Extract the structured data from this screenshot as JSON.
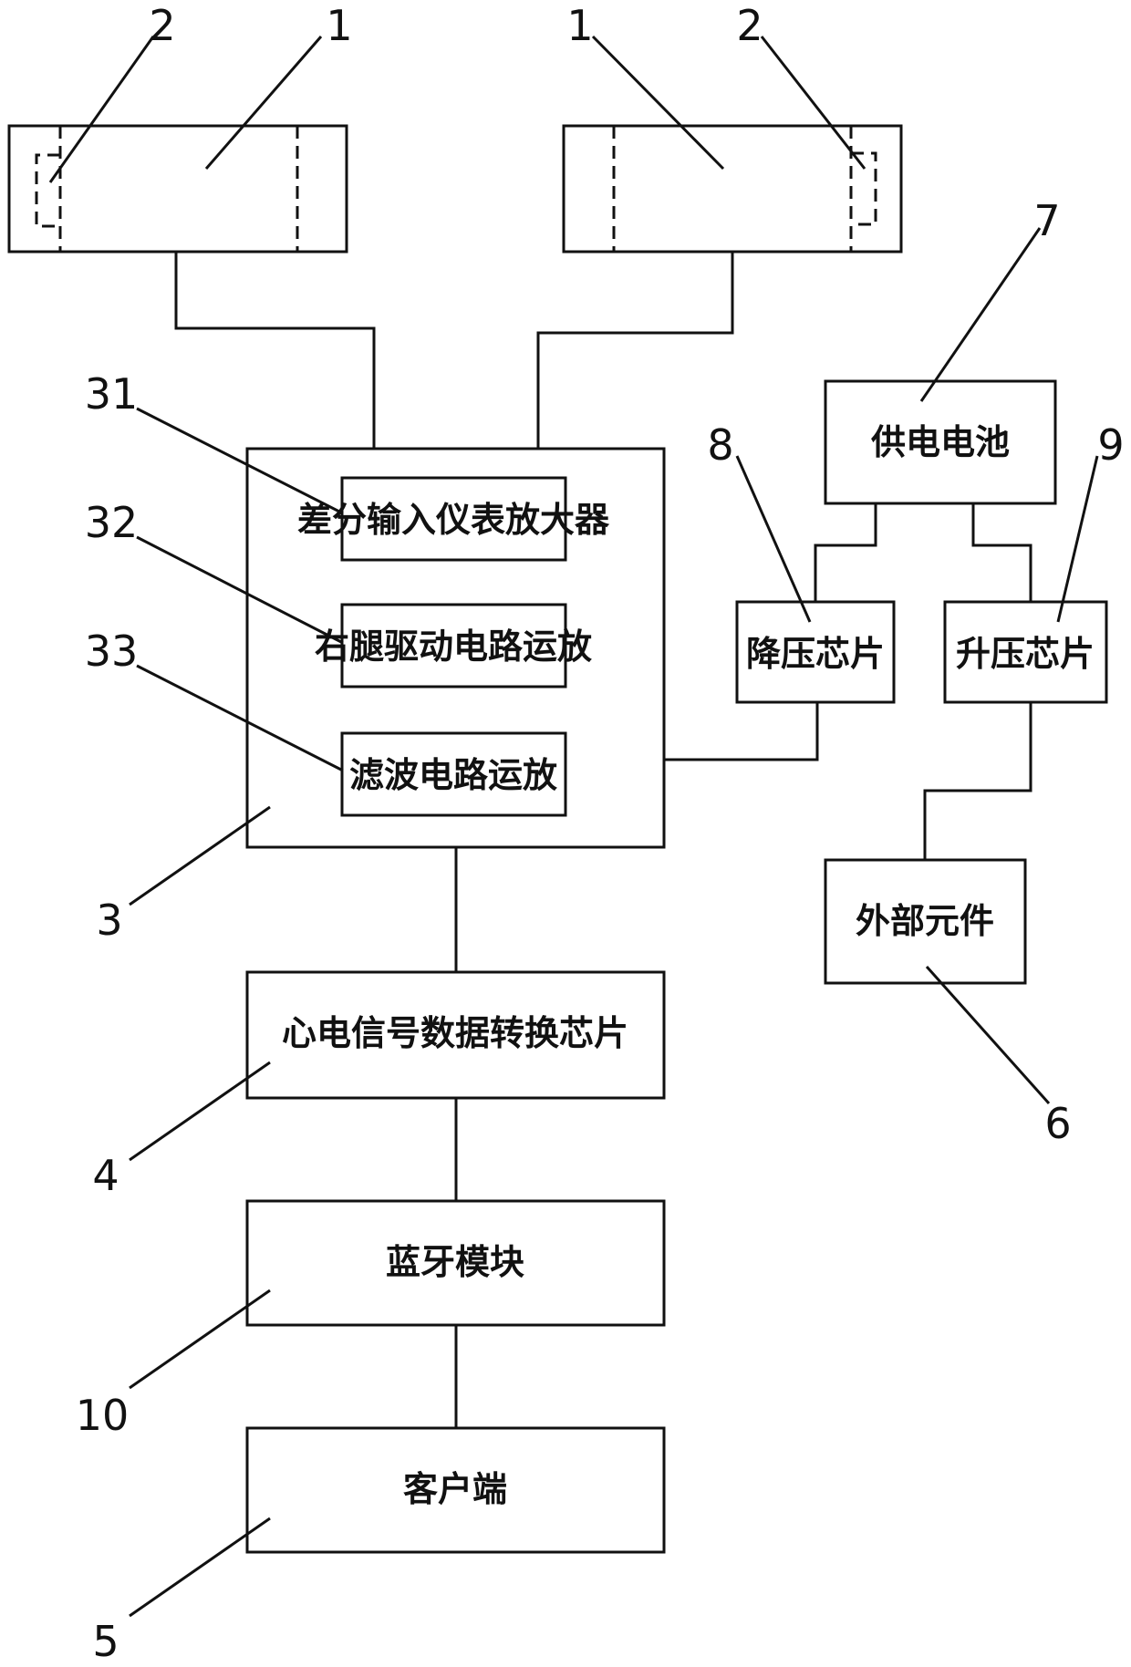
{
  "diagram": {
    "blocks": {
      "amp_diff": "差分输入仪表放大器",
      "amp_rld": "右腿驱动电路运放",
      "amp_filter": "滤波电路运放",
      "battery": "供电电池",
      "buck": "降压芯片",
      "boost": "升压芯片",
      "external": "外部元件",
      "ecg_adc": "心电信号数据转换芯片",
      "bluetooth": "蓝牙模块",
      "client": "客户端"
    },
    "refs": {
      "electrode_left": "1",
      "electrode_right": "1",
      "contact_left": "2",
      "contact_right": "2",
      "r31": "31",
      "r32": "32",
      "r33": "33",
      "r3": "3",
      "r4": "4",
      "r10": "10",
      "r5": "5",
      "r6": "6",
      "r7": "7",
      "r8": "8",
      "r9": "9"
    }
  }
}
